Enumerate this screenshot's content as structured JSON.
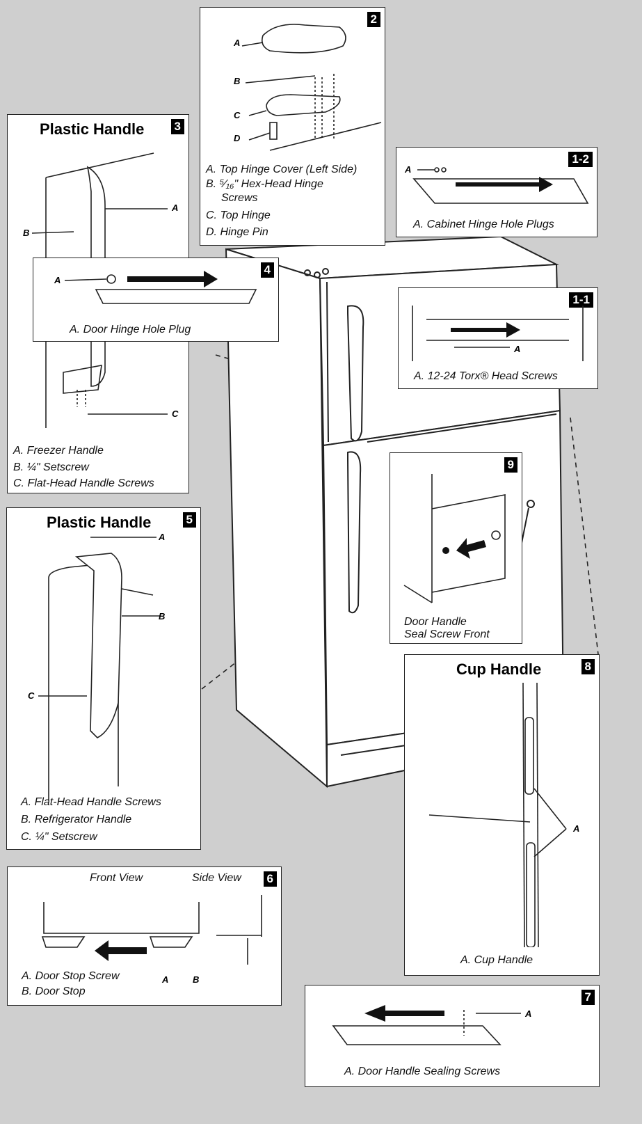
{
  "colors": {
    "background": "#cfcfcf",
    "panel": "#ffffff",
    "ink": "#222222"
  },
  "panels": {
    "p2": {
      "number": "2",
      "labels": [
        "A",
        "B",
        "C",
        "D"
      ],
      "captions": [
        "A. Top Hinge Cover (Left Side)",
        "B. ⁵⁄₁₆\" Hex-Head Hinge",
        "Screws",
        "C. Top Hinge",
        "D. Hinge Pin"
      ]
    },
    "p3": {
      "number": "3",
      "title": "Plastic Handle",
      "labels": [
        "A",
        "B",
        "C"
      ],
      "captions": [
        "A. Freezer Handle",
        "B. ¼\" Setscrew",
        "C. Flat-Head Handle Screws"
      ]
    },
    "p12": {
      "number": "1-2",
      "labels": [
        "A"
      ],
      "captions": [
        "A. Cabinet Hinge Hole Plugs"
      ]
    },
    "p4": {
      "number": "4",
      "labels": [
        "A"
      ],
      "captions": [
        "A. Door Hinge Hole Plug"
      ]
    },
    "p11": {
      "number": "1-1",
      "labels": [
        "A"
      ],
      "captions": [
        "A. 12-24 Torx® Head Screws"
      ]
    },
    "p9": {
      "number": "9",
      "captions": [
        "Door Handle",
        "Seal Screw Front"
      ]
    },
    "p5": {
      "number": "5",
      "title": "Plastic Handle",
      "labels": [
        "A",
        "B",
        "C"
      ],
      "captions": [
        "A. Flat-Head Handle Screws",
        "B. Refrigerator Handle",
        "C. ¼\" Setscrew"
      ]
    },
    "p8": {
      "number": "8",
      "title": "Cup Handle",
      "labels": [
        "A"
      ],
      "captions": [
        "A. Cup Handle"
      ]
    },
    "p6": {
      "number": "6",
      "views": [
        "Front View",
        "Side View"
      ],
      "labels": [
        "A",
        "B"
      ],
      "captions": [
        "A. Door Stop Screw",
        "B. Door Stop"
      ]
    },
    "p7": {
      "number": "7",
      "labels": [
        "A"
      ],
      "captions": [
        "A. Door Handle Sealing Screws"
      ]
    }
  }
}
